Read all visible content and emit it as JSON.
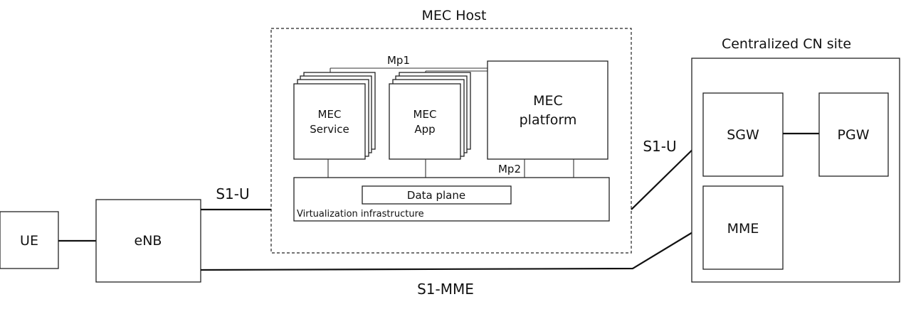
{
  "mec_host": {
    "title": "MEC Host",
    "mp1_label": "Mp1",
    "mp2_label": "Mp2",
    "service_line1": "MEC",
    "service_line2": "Service",
    "app_line1": "MEC",
    "app_line2": "App",
    "platform_line1": "MEC",
    "platform_line2": "platform",
    "data_plane": "Data plane",
    "virtualization": "Virtualization infrastructure"
  },
  "cn_site": {
    "title": "Centralized CN site",
    "sgw": "SGW",
    "pgw": "PGW",
    "mme": "MME"
  },
  "nodes": {
    "ue": "UE",
    "enb": "eNB"
  },
  "interfaces": {
    "s1u_left": "S1-U",
    "s1u_right": "S1-U",
    "s1mme": "S1-MME"
  }
}
